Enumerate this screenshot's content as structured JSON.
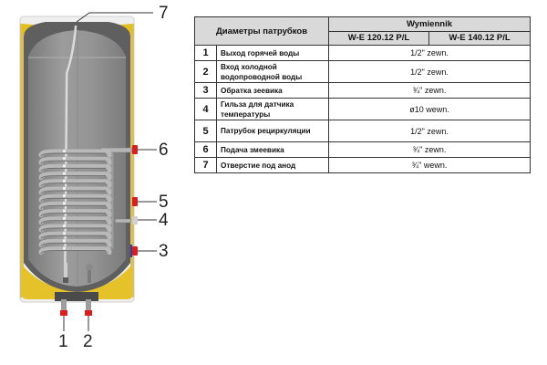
{
  "diagram": {
    "type": "water-heater-cross-section",
    "callouts": [
      {
        "id": "7",
        "label": "7"
      },
      {
        "id": "6",
        "label": "6"
      },
      {
        "id": "5",
        "label": "5"
      },
      {
        "id": "4",
        "label": "4"
      },
      {
        "id": "3",
        "label": "3"
      },
      {
        "id": "1",
        "label": "1"
      },
      {
        "id": "2",
        "label": "2"
      }
    ],
    "colors": {
      "insulation": "#e6c22a",
      "shell": "#9a9a9a",
      "tank_inner": "#8e8e8e",
      "coil": "#a8a8a8",
      "port_red": "#d81e1e",
      "port_grey": "#c8c8c8"
    }
  },
  "table": {
    "header": {
      "title": "Диаметры патрубков",
      "group": "Wymiennik",
      "models": [
        "W-E 120.12 P/L",
        "W-E 140.12 P/L"
      ]
    },
    "rows": [
      {
        "num": "1",
        "name": "Выход горячей воды",
        "value": "1/2\" zewn."
      },
      {
        "num": "2",
        "name": "Вход холодной водопроводной воды",
        "value": "1/2\" zewn."
      },
      {
        "num": "3",
        "name": "Обратка зеевика",
        "value": "¾\" zewn."
      },
      {
        "num": "4",
        "name": "Гильза для датчика температуры",
        "value": "ø10 wewn."
      },
      {
        "num": "5",
        "name": "Патрубок рециркуляции",
        "value": "1/2\" zewn."
      },
      {
        "num": "6",
        "name": "Подача змеевика",
        "value": "¾\" zewn."
      },
      {
        "num": "7",
        "name": "Отверстие под анод",
        "value": "¾\" wewn."
      }
    ]
  }
}
